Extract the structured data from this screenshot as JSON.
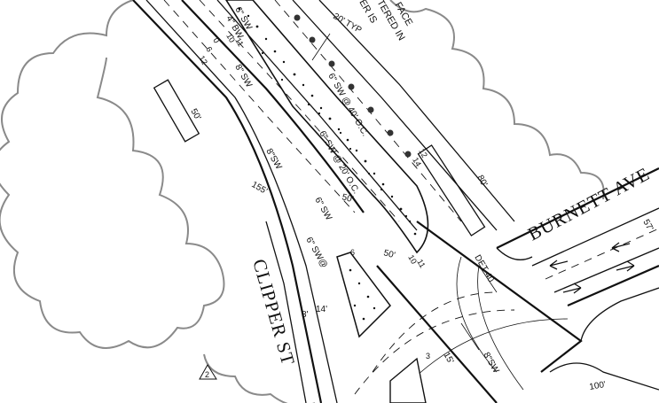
{
  "streets": {
    "clipper": "CLIPPER ST",
    "burnett": "BURNETT AVE"
  },
  "notes": {
    "top_line1": "FACE",
    "top_line2": "TERED IN",
    "top_line3": "ER IS"
  },
  "labels": {
    "sw6_top": "6\" SW",
    "bw4": "4\" BW",
    "typ20": "20' TYP",
    "sw8_a": "8\" SW",
    "sw6_at40": "6\" SW @ 40' O.C.",
    "sw8_b": "8\"SW",
    "sw6_at20": "6\" SW @ 20' O.C.",
    "sw6_mid": "6\" SW",
    "sw6_low": "6\" SW@",
    "det40": "DET 40",
    "sw8_c": "8\"SW",
    "det_mark": "2"
  },
  "dimensions": {
    "d50_left": "50'",
    "d155": "155'",
    "d80": "80'",
    "d50_mid": "50'",
    "d50_low": "50'",
    "d15": "15'",
    "d100": "100'",
    "d8": "8'",
    "d14": "14'",
    "d57": "57'",
    "d6": "6",
    "d3": "3"
  },
  "lane_codes": {
    "c1": "0",
    "c2": "6",
    "c3": "12",
    "c4": "10",
    "c5": "11",
    "c6": "12",
    "c7": "14",
    "c8": "10",
    "c9": "11"
  }
}
